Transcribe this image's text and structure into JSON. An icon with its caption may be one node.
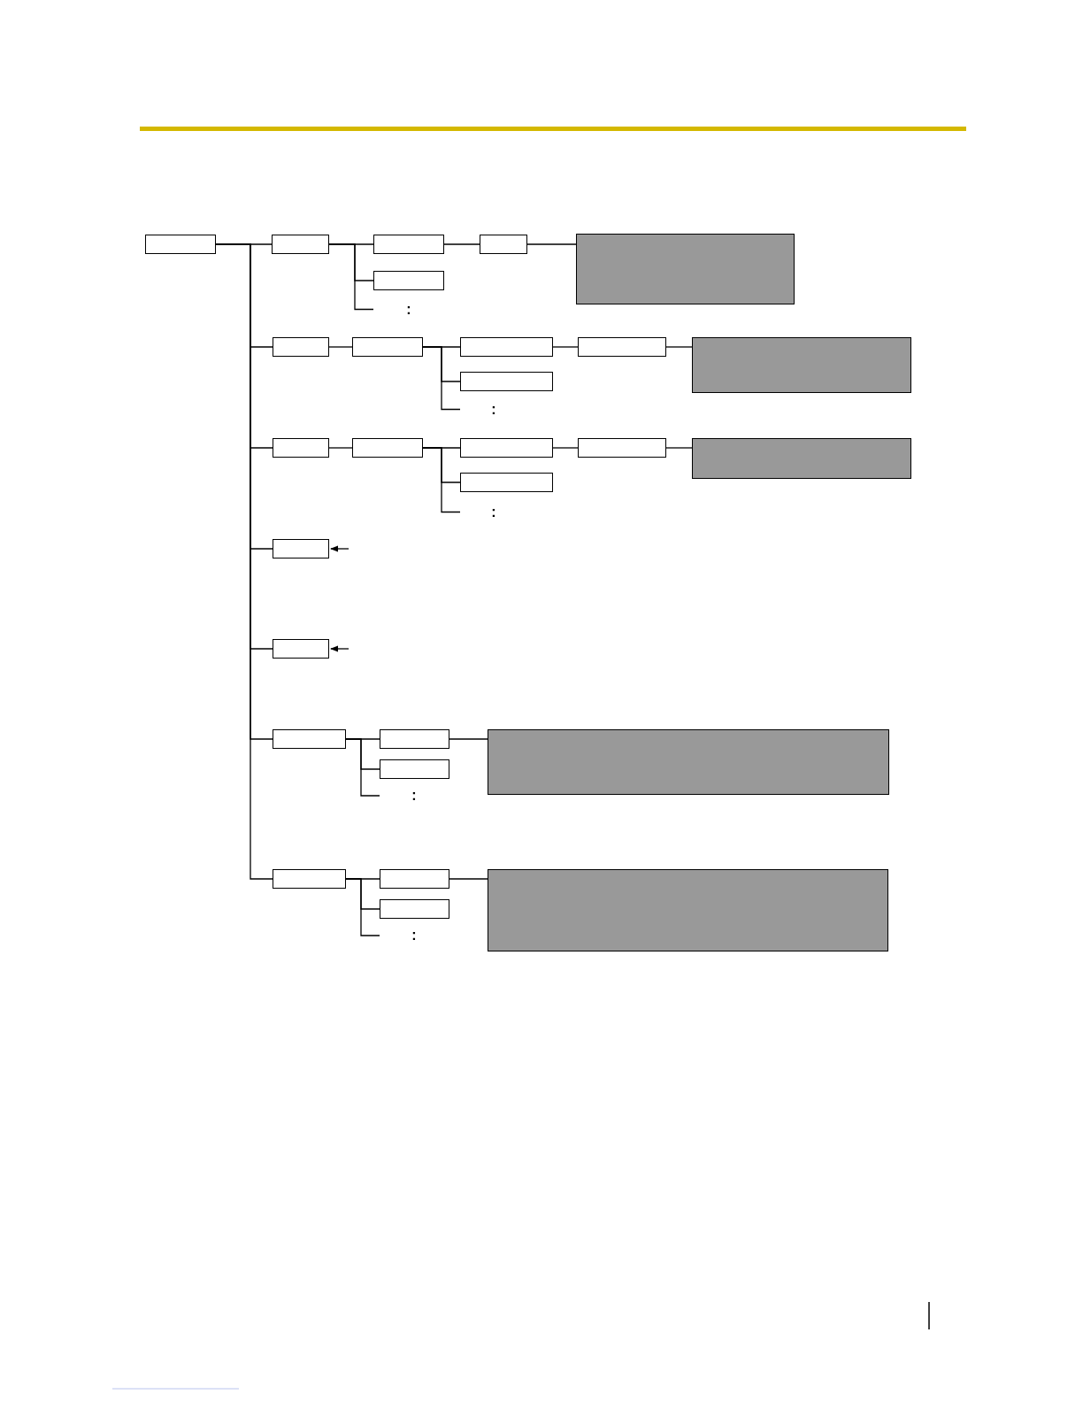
{
  "diagram": {
    "nodes": [
      {
        "text": [],
        "shape": "box"
      },
      {
        "text": [],
        "shape": "box"
      },
      {
        "text": [],
        "shape": "box"
      },
      {
        "text": [],
        "shape": "box"
      },
      {
        "text": [],
        "shape": "box"
      },
      {
        "text": [],
        "shape": "box"
      },
      {
        "text": [
          ":"
        ]
      },
      {
        "text": [],
        "shape": "box"
      },
      {
        "text": [],
        "shape": "box"
      },
      {
        "text": [],
        "shape": "box"
      },
      {
        "text": [],
        "shape": "box"
      },
      {
        "text": [],
        "shape": "box"
      },
      {
        "text": [],
        "shape": "box"
      },
      {
        "text": [
          ":"
        ]
      },
      {
        "text": [],
        "shape": "box"
      },
      {
        "text": [],
        "shape": "box"
      },
      {
        "text": [],
        "shape": "box"
      },
      {
        "text": [],
        "shape": "box"
      },
      {
        "text": [],
        "shape": "box"
      },
      {
        "text": [],
        "shape": "box"
      },
      {
        "text": [
          ":"
        ]
      },
      {
        "text": [],
        "shape": "box"
      },
      {
        "text": [],
        "shape": "box"
      },
      {
        "text": [],
        "shape": "box"
      },
      {
        "text": [],
        "shape": "box"
      },
      {
        "text": [],
        "shape": "box"
      },
      {
        "text": [],
        "shape": "box"
      },
      {
        "text": [
          ":"
        ]
      },
      {
        "text": [],
        "shape": "box"
      },
      {
        "text": [],
        "shape": "box"
      },
      {
        "text": [],
        "shape": "box"
      },
      {
        "text": [],
        "shape": "box"
      },
      {
        "text": [
          ":"
        ]
      }
    ],
    "edges": [
      {
        "from": 0,
        "to": 1,
        "arrow": "none"
      },
      {
        "from": 0,
        "to": 7,
        "arrow": "none"
      },
      {
        "from": 0,
        "to": 14,
        "arrow": "none"
      },
      {
        "from": 0,
        "to": 21,
        "arrow": "none"
      },
      {
        "from": 0,
        "to": 22,
        "arrow": "none"
      },
      {
        "from": 0,
        "to": 23,
        "arrow": "none"
      },
      {
        "from": 0,
        "to": 28,
        "arrow": "none"
      },
      {
        "from": 1,
        "to": 2,
        "arrow": "none"
      },
      {
        "from": 1,
        "to": 5,
        "arrow": "none"
      },
      {
        "from": 1,
        "to": 6,
        "arrow": "none"
      },
      {
        "from": 2,
        "to": 3,
        "arrow": "none"
      },
      {
        "from": 3,
        "to": 4,
        "arrow": "none"
      },
      {
        "from": 7,
        "to": 8,
        "arrow": "none"
      },
      {
        "from": 8,
        "to": 9,
        "arrow": "none"
      },
      {
        "from": 8,
        "to": 12,
        "arrow": "none"
      },
      {
        "from": 8,
        "to": 13,
        "arrow": "none"
      },
      {
        "from": 9,
        "to": 10,
        "arrow": "none"
      },
      {
        "from": 10,
        "to": 11,
        "arrow": "none"
      },
      {
        "from": 14,
        "to": 15,
        "arrow": "none"
      },
      {
        "from": 15,
        "to": 16,
        "arrow": "none"
      },
      {
        "from": 15,
        "to": 19,
        "arrow": "none"
      },
      {
        "from": 15,
        "to": 20,
        "arrow": "none"
      },
      {
        "from": 16,
        "to": 17,
        "arrow": "none"
      },
      {
        "from": 17,
        "to": 18,
        "arrow": "none"
      },
      {
        "from": null,
        "to": 21,
        "arrow": "to"
      },
      {
        "from": null,
        "to": 22,
        "arrow": "to"
      },
      {
        "from": 23,
        "to": 24,
        "arrow": "none"
      },
      {
        "from": 23,
        "to": 26,
        "arrow": "none"
      },
      {
        "from": 23,
        "to": 27,
        "arrow": "none"
      },
      {
        "from": 24,
        "to": 25,
        "arrow": "none"
      },
      {
        "from": 28,
        "to": 29,
        "arrow": "none"
      },
      {
        "from": 28,
        "to": 31,
        "arrow": "none"
      },
      {
        "from": 28,
        "to": 32,
        "arrow": "none"
      },
      {
        "from": 29,
        "to": 30,
        "arrow": "none"
      }
    ]
  }
}
